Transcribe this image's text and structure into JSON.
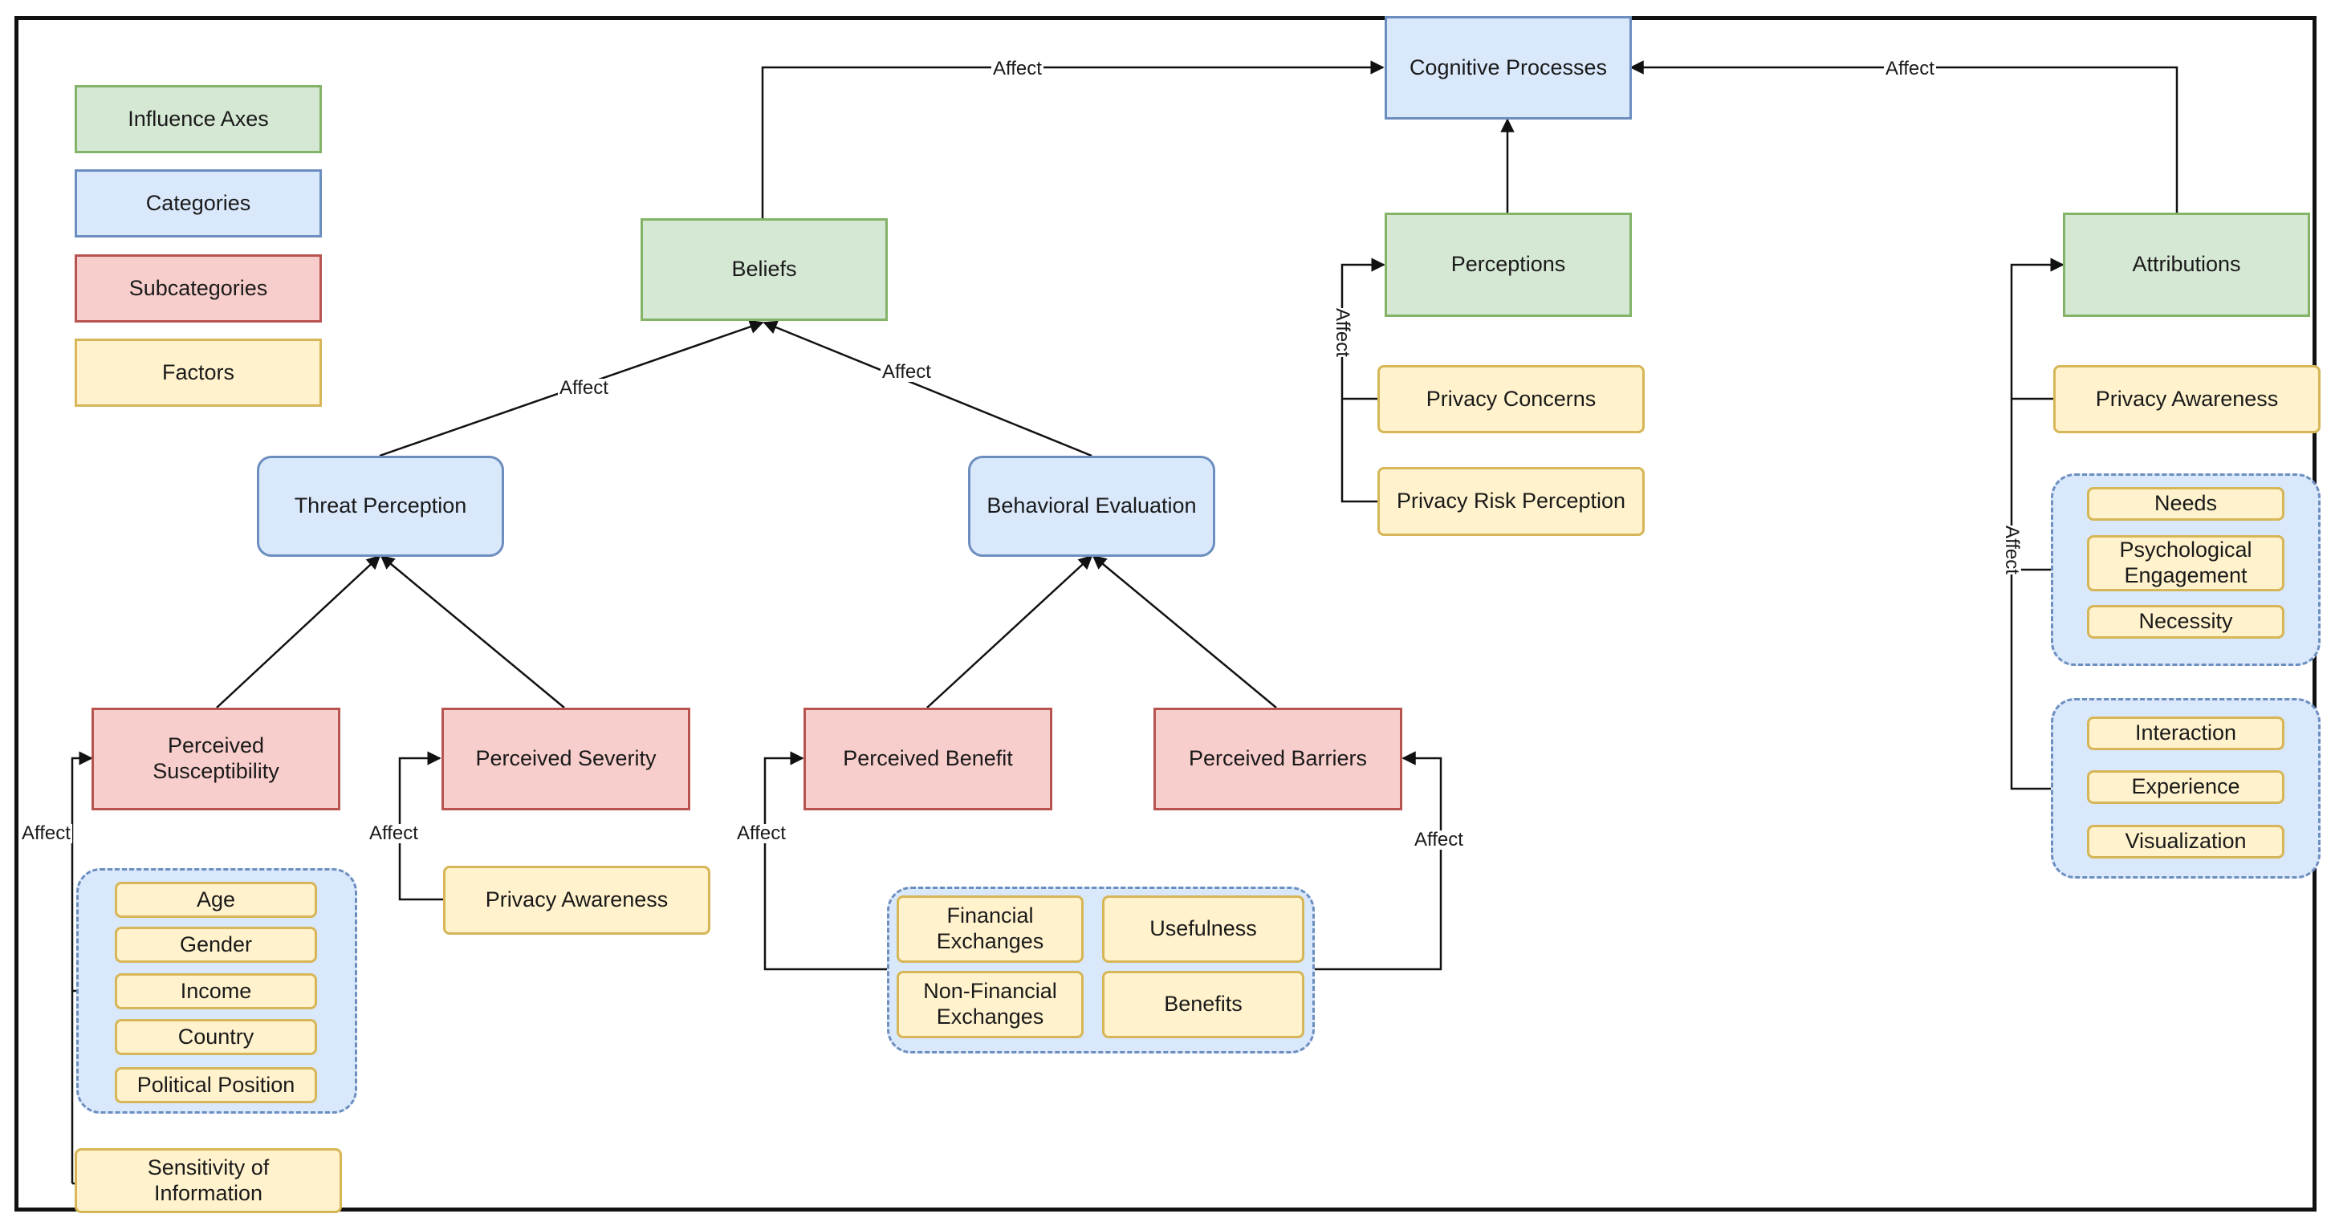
{
  "legend": {
    "influence_axes": "Influence Axes",
    "categories": "Categories",
    "subcategories": "Subcategories",
    "factors": "Factors"
  },
  "nodes": {
    "cognitive_processes": "Cognitive Processes",
    "beliefs": "Beliefs",
    "perceptions": "Perceptions",
    "attributions": "Attributions",
    "threat_perception": "Threat Perception",
    "behavioral_evaluation": "Behavioral Evaluation",
    "perceived_susceptibility": "Perceived Susceptibility",
    "perceived_severity": "Perceived Severity",
    "perceived_benefit": "Perceived Benefit",
    "perceived_barriers": "Perceived Barriers"
  },
  "factors": {
    "age": "Age",
    "gender": "Gender",
    "income": "Income",
    "country": "Country",
    "political_position": "Political Position",
    "sensitivity_of_information": "Sensitivity of Information",
    "privacy_awareness_severity": "Privacy Awareness",
    "financial_exchanges": "Financial Exchanges",
    "usefulness": "Usefulness",
    "non_financial_exchanges": "Non-Financial Exchanges",
    "benefits": "Benefits",
    "privacy_concerns": "Privacy Concerns",
    "privacy_risk_perception": "Privacy Risk Perception",
    "privacy_awareness_attr": "Privacy Awareness",
    "needs": "Needs",
    "psychological_engagement": "Psychological Engagement",
    "necessity": "Necessity",
    "interaction": "Interaction",
    "experience": "Experience",
    "visualization": "Visualization"
  },
  "edge_labels": {
    "affect": "Affect"
  },
  "colors": {
    "green_fill": "#d5e8d4",
    "green_stroke": "#82b366",
    "blue_fill": "#dae8fc",
    "blue_stroke": "#6c8ebf",
    "red_fill": "#f8cecc",
    "red_stroke": "#b85450",
    "yellow_fill": "#fff2cc",
    "yellow_stroke": "#d6b656"
  }
}
